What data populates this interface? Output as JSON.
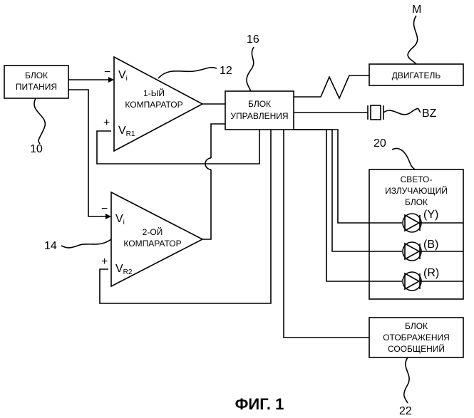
{
  "figure": {
    "caption": "ФИГ. 1"
  },
  "blocks": {
    "power": {
      "line1": "БЛОК",
      "line2": "ПИТАНИЯ",
      "ref": "10"
    },
    "comparator1": {
      "line1": "1-ЫЙ",
      "line2": "КОМПАРАТОР",
      "ref": "12",
      "in_minus": "V",
      "in_minus_sub": "i",
      "in_plus": "V",
      "in_plus_sub": "R1",
      "minus_sign": "−",
      "plus_sign": "+"
    },
    "comparator2": {
      "line1": "2-ОЙ",
      "line2": "КОМПАРАТОР",
      "ref": "14",
      "in_minus": "V",
      "in_minus_sub": "i",
      "in_plus": "V",
      "in_plus_sub": "R2",
      "minus_sign": "−",
      "plus_sign": "+"
    },
    "control": {
      "line1": "БЛОК",
      "line2": "УПРАВЛЕНИЯ",
      "ref": "16"
    },
    "motor": {
      "label": "ДВИГАТЕЛЬ",
      "ref": "M"
    },
    "buzzer": {
      "ref": "BZ"
    },
    "light": {
      "line1": "СВЕТО-",
      "line2": "ИЗЛУЧАЮЩИЙ",
      "line3": "БЛОК",
      "ref": "20",
      "leds": [
        {
          "label": "(Y)"
        },
        {
          "label": "(B)"
        },
        {
          "label": "(R)"
        }
      ]
    },
    "display": {
      "line1": "БЛОК",
      "line2": "ОТОБРАЖЕНИЯ",
      "line3": "СООБЩЕНИЙ",
      "ref": "22"
    }
  }
}
